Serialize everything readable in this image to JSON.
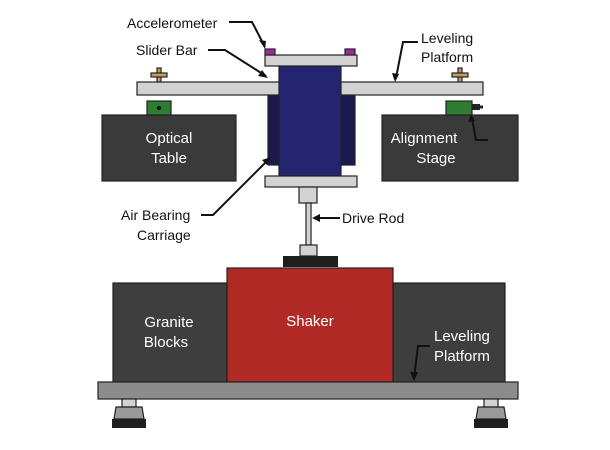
{
  "labels": {
    "accelerometer": "Accelerometer",
    "slider_bar": "Slider Bar",
    "leveling_platform_top_1": "Leveling",
    "leveling_platform_top_2": "Platform",
    "optical_table_1": "Optical",
    "optical_table_2": "Table",
    "alignment_stage_1": "Alignment",
    "alignment_stage_2": "Stage",
    "air_bearing_carriage_1": "Air Bearing",
    "air_bearing_carriage_2": "Carriage",
    "drive_rod": "Drive Rod",
    "shaker": "Shaker",
    "granite_blocks_1": "Granite",
    "granite_blocks_2": "Blocks",
    "leveling_platform_bottom_1": "Leveling",
    "leveling_platform_bottom_2": "Platform"
  },
  "colors": {
    "dark_block": "#3a3a3a",
    "granite": "#3e3e3e",
    "shaker": "#b22a26",
    "carriage": "#242470",
    "carriage_side": "#1a1a4e",
    "platform_gray": "#d2d2d2",
    "base_gray": "#8c8c8c",
    "stage_green": "#2e7d32",
    "accelerometer": "#9b2c93",
    "screw_tan": "#c79a62"
  }
}
